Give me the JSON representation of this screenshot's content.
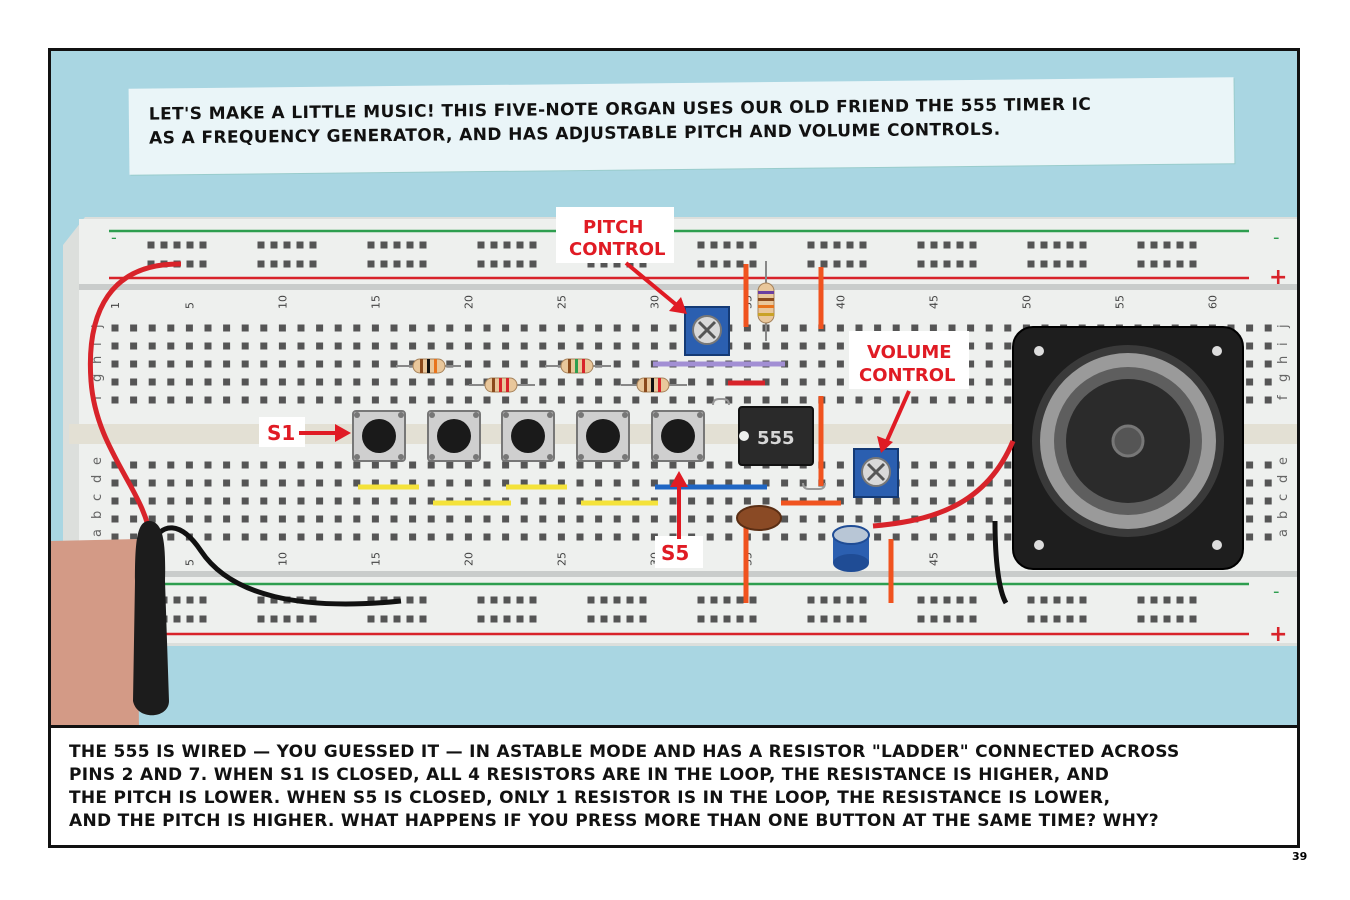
{
  "top_caption": {
    "line1": "LET'S MAKE A LITTLE MUSIC! THIS FIVE-NOTE ORGAN USES OUR OLD FRIEND THE 555 TIMER IC",
    "line2": "AS A FREQUENCY GENERATOR, AND HAS ADJUSTABLE PITCH AND VOLUME CONTROLS."
  },
  "callouts": {
    "pitch_line1": "PITCH",
    "pitch_line2": "CONTROL",
    "volume_line1": "VOLUME",
    "volume_line2": "CONTROL",
    "s1": "S1",
    "s5": "S5"
  },
  "chip_label": "555",
  "breadboard": {
    "column_numbers": [
      "1",
      "5",
      "10",
      "15",
      "20",
      "25",
      "30",
      "35",
      "40",
      "45",
      "50",
      "55",
      "60"
    ],
    "row_letters_top": [
      "j",
      "i",
      "h",
      "g",
      "f"
    ],
    "row_letters_bottom": [
      "e",
      "d",
      "c",
      "b",
      "a"
    ],
    "rail_minus": "-",
    "rail_plus": "+"
  },
  "bottom_caption": {
    "line1": "THE 555 IS WIRED — YOU GUESSED IT — IN ASTABLE MODE AND HAS A RESISTOR \"LADDER\" CONNECTED ACROSS",
    "line2": "PINS 2 AND 7.  WHEN S1 IS CLOSED, ALL 4 RESISTORS ARE IN THE LOOP, THE RESISTANCE IS HIGHER, AND",
    "line3": "THE PITCH IS LOWER.  WHEN S5 IS CLOSED, ONLY 1 RESISTOR IS IN THE LOOP, THE RESISTANCE IS LOWER,",
    "line4": "AND THE PITCH IS HIGHER.  WHAT HAPPENS IF YOU PRESS MORE THAN ONE BUTTON AT THE SAME TIME? WHY?"
  },
  "page_number": "39",
  "colors": {
    "background": "#a9d6e2",
    "breadboard": "#eef0ee",
    "rail_red": "#d8232a",
    "rail_green": "#2e9e4f",
    "callout_red": "#e01b24",
    "wire_yellow": "#f4e23a",
    "wire_blue": "#1f66c4",
    "wire_orange": "#f0531f"
  }
}
